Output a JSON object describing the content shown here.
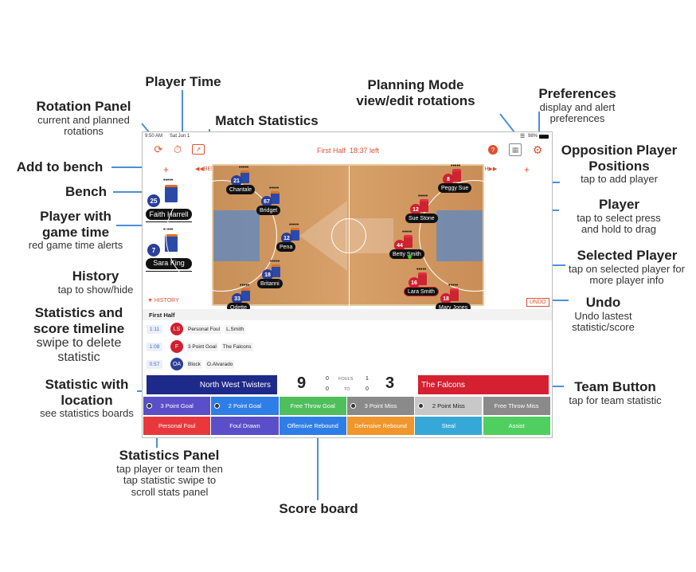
{
  "callouts": {
    "player_time": {
      "title": "Player Time"
    },
    "rotation_panel": {
      "title": "Rotation Panel",
      "subtitle": "current and planned rotations"
    },
    "match_statistics": {
      "title": "Match Statistics"
    },
    "planning_mode": {
      "title": "Planning Mode view/edit rotations"
    },
    "preferences": {
      "title": "Preferences",
      "subtitle": "display and alert preferences"
    },
    "add_to_bench": {
      "title": "Add to bench"
    },
    "opposition": {
      "title": "Opposition Player Positions",
      "subtitle": "tap to add player"
    },
    "bench": {
      "title": "Bench"
    },
    "player": {
      "title": "Player",
      "subtitle": "tap to select press and hold to drag"
    },
    "player_game_time": {
      "title": "Player with game time",
      "subtitle": "red game time alerts"
    },
    "selected_player": {
      "title": "Selected Player",
      "subtitle": "tap on selected player for more player info"
    },
    "history": {
      "title": "History",
      "subtitle": "tap to show/hide"
    },
    "undo": {
      "title": "Undo",
      "subtitle": "Undo lastest statistic/score"
    },
    "stats_timeline": {
      "title": "Statistics and score timeline",
      "subtitle": "swipe to delete statistic"
    },
    "stat_location": {
      "title": "Statistic with location",
      "subtitle": "see statistics boards"
    },
    "team_button": {
      "title": "Team Button",
      "subtitle": "tap for team statistic"
    },
    "stats_panel": {
      "title": "Statistics Panel",
      "subtitle": "tap player or team then tap statistic swipe to scroll stats panel"
    },
    "score_board": {
      "title": "Score board"
    }
  },
  "status_bar": {
    "time": "9:50 AM",
    "date": "Sat Jun 1",
    "battery": "98%"
  },
  "header": {
    "period": "First Half",
    "clock": "18:37 left"
  },
  "bench_labels": {
    "left": "BENCH",
    "right": "BENCH",
    "add": "+"
  },
  "bench_players": [
    {
      "number": "25",
      "name": "Faith Harrell"
    },
    {
      "number": "7",
      "name": "Sara King"
    }
  ],
  "home_players": [
    {
      "number": "21",
      "name": "Chantale"
    },
    {
      "number": "67",
      "name": "Bridget"
    },
    {
      "number": "12",
      "name": "Pena"
    },
    {
      "number": "18",
      "name": "Britanni"
    },
    {
      "number": "33",
      "name": "Odette"
    }
  ],
  "away_players": [
    {
      "number": "8",
      "name": "Peggy Sue"
    },
    {
      "number": "12",
      "name": "Sue Stone"
    },
    {
      "number": "44",
      "name": "Betty Smith"
    },
    {
      "number": "16",
      "name": "Lara Smith"
    },
    {
      "number": "18",
      "name": "Mary Jones"
    }
  ],
  "history_toggle": "HISTORY",
  "undo_label": "UNDO",
  "history": {
    "section": "First Half",
    "rows": [
      {
        "time": "1:11",
        "badge": "LS",
        "stat": "Personal Foul",
        "who": "L.Smith",
        "color": "#d02030"
      },
      {
        "time": "1:08",
        "badge": "F",
        "stat": "3 Point Goal",
        "who": "The Falcons",
        "color": "#d02030"
      },
      {
        "time": "0:57",
        "badge": "OA",
        "stat": "Block",
        "who": "O.Alvarado",
        "color": "#2b3f98"
      }
    ]
  },
  "scoreboard": {
    "home_team": "North West Twisters",
    "away_team": "The Falcons",
    "home_score": "9",
    "away_score": "3",
    "fouls_label": "FOULS",
    "to_label": "TO",
    "home_fouls": "0",
    "away_fouls": "1",
    "home_to": "0",
    "away_to": "0"
  },
  "stat_buttons_row1": [
    {
      "label": "3 Point Goal",
      "color": "#5a4fc8",
      "loc": true
    },
    {
      "label": "2 Point Goal",
      "color": "#2f7ee8",
      "loc": true
    },
    {
      "label": "Free Throw Goal",
      "color": "#4fbf5c",
      "loc": false
    },
    {
      "label": "3 Point Miss",
      "color": "#8a8a8a",
      "loc": true
    },
    {
      "label": "2 Point Miss",
      "color": "#c8c8c8",
      "loc": true
    },
    {
      "label": "Free Throw Miss",
      "color": "#8a8a8a",
      "loc": false
    }
  ],
  "stat_buttons_row2": [
    {
      "label": "Personal Foul",
      "color": "#e8383c"
    },
    {
      "label": "Foul Drawn",
      "color": "#5a4fc8"
    },
    {
      "label": "Offensive Rebound",
      "color": "#2f7ee8"
    },
    {
      "label": "Defensive Rebound",
      "color": "#f0962c"
    },
    {
      "label": "Steal",
      "color": "#36a8d8"
    },
    {
      "label": "Assist",
      "color": "#4fcf60"
    }
  ]
}
